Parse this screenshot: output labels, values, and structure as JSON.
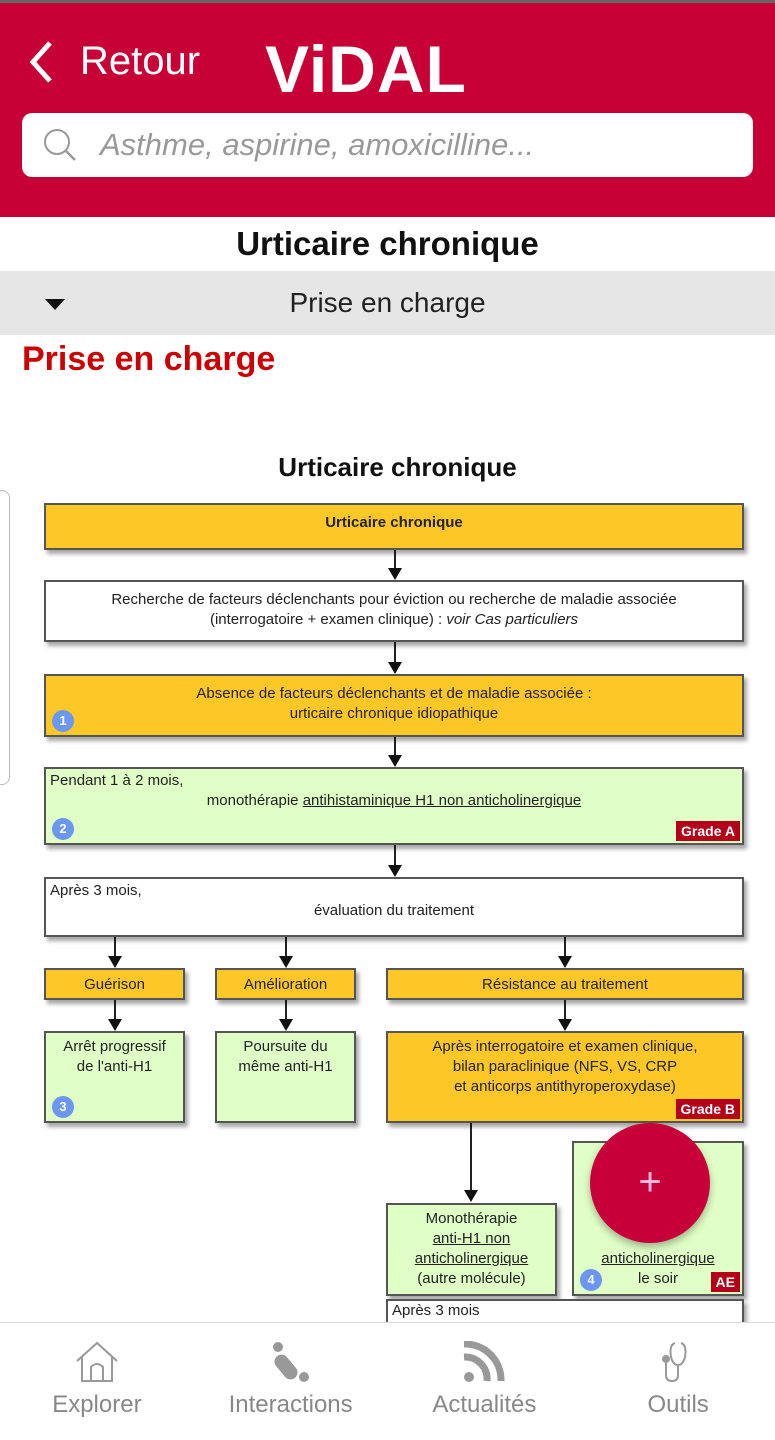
{
  "header": {
    "back_label": "Retour",
    "logo": "VIDAL",
    "search_placeholder": "Asthme, aspirine, amoxicilline..."
  },
  "page": {
    "title": "Urticaire chronique",
    "section_selector": "Prise en charge",
    "section_heading": "Prise en charge",
    "chart_title": "Urticaire chronique"
  },
  "flowchart": {
    "b1": "Urticaire chronique",
    "b2a": "Recherche de facteurs déclenchants pour éviction ou recherche de maladie associée",
    "b2b": "(interrogatoire + examen clinique) : ",
    "b2c": "voir Cas particuliers",
    "b3a": "Absence de facteurs déclenchants et de maladie associée :",
    "b3b": "urticaire chronique idiopathique",
    "n1": "1",
    "b4a": "Pendant 1 à 2 mois,",
    "b4b": "monothérapie ",
    "b4c": "antihistaminique H1 non anticholinergique",
    "n2": "2",
    "g4": "Grade A",
    "b5a": "Après 3 mois,",
    "b5b": "évaluation du traitement",
    "c1": "Guérison",
    "c2": "Amélioration",
    "c3": "Résistance au traitement",
    "d1a": "Arrêt progressif",
    "d1b": "de l'anti-H1",
    "n3": "3",
    "d2a": "Poursuite du",
    "d2b": "même anti-H1",
    "d3a": "Après interrogatoire et examen clinique,",
    "d3b": "bilan paraclinique (NFS, VS, CRP",
    "d3c": "et anticorps antithyroperoxydase)",
    "g3": "Grade B",
    "e1a": "Monothérapie",
    "e1b": "anti-H1 non",
    "e1c": "anticholinergique",
    "e1d": "(autre molécule)",
    "e2c": "anticholinergique",
    "e2d": "le soir",
    "n4": "4",
    "g2": "AE",
    "f1": "Après 3 mois"
  },
  "fab": {
    "label": "+"
  },
  "nav": [
    {
      "label": "Explorer",
      "icon": "home-icon"
    },
    {
      "label": "Interactions",
      "icon": "pills-icon"
    },
    {
      "label": "Actualités",
      "icon": "rss-icon"
    },
    {
      "label": "Outils",
      "icon": "stethoscope-icon"
    }
  ],
  "colors": {
    "brand": "#c70036",
    "yellow": "#fdc827",
    "green": "#e0ffc6",
    "grade": "#b5001a"
  }
}
